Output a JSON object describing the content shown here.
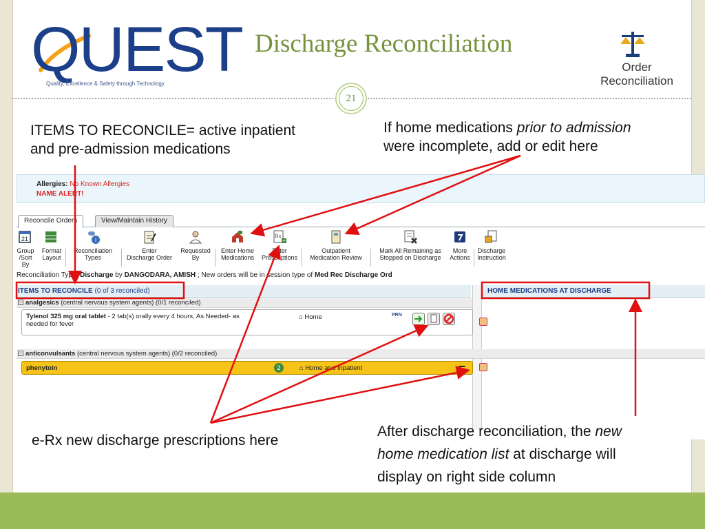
{
  "header": {
    "logo_text": "QUEST",
    "logo_tagline": "Quality, Excellence & Safety through Technology",
    "title": "Discharge Reconciliation",
    "order_rec_line1": "Order",
    "order_rec_line2": "Reconciliation",
    "page_number": "21"
  },
  "notes": {
    "items_line1": "ITEMS TO RECONCILE= active inpatient",
    "items_line2": "and pre-admission medications",
    "home_line1_a": "If home medications ",
    "home_line1_b": "prior to admission",
    "home_line2": "were incomplete, add or edit here",
    "erx": "e-Rx new discharge prescriptions here",
    "after_a": "After discharge reconciliation, the ",
    "after_b": "new",
    "after_c": "home medication list",
    "after_d": " at discharge will",
    "after_e": "display on right side column"
  },
  "app": {
    "allergies_label": "Allergies:",
    "allergies_value": "No Known Allergies",
    "name_alert": "NAME ALERT!",
    "tabs": [
      "Reconcile Orders",
      "View/Maintain History"
    ],
    "toolbar": [
      {
        "line1": "Group",
        "line2": "/Sort By",
        "icon": "calendar-icon"
      },
      {
        "line1": "Format",
        "line2": "Layout",
        "icon": "grid-icon"
      },
      {
        "line1": "Reconciliation",
        "line2": "Types",
        "icon": "pills-info-icon"
      },
      {
        "line1": "Enter",
        "line2": "Discharge Order",
        "icon": "clipboard-pen-icon"
      },
      {
        "line1": "Requested",
        "line2": "By",
        "icon": "doctor-icon"
      },
      {
        "line1": "Enter Home",
        "line2": "Medications",
        "icon": "home-meds-icon"
      },
      {
        "line1": "Enter",
        "line2": "Prescriptions",
        "icon": "rx-icon"
      },
      {
        "line1": "Outpatient",
        "line2": "Medication Review",
        "icon": "review-icon"
      },
      {
        "line1": "Mark All Remaining as",
        "line2": "Stopped on Discharge",
        "icon": "mark-stopped-icon"
      },
      {
        "line1": "More",
        "line2": "Actions",
        "icon": "more-actions-icon"
      },
      {
        "line1": "Discharge",
        "line2": "Instruction",
        "icon": "instruction-icon"
      }
    ],
    "rec_type_prefix": "Reconciliation Type: ",
    "rec_type_value": "Discharge",
    "rec_type_by": " by ",
    "rec_type_user": "DANGODARA, AMISH",
    "rec_type_suffix": " ; New orders will be in session type of ",
    "rec_type_session": "Med Rec Discharge Ord",
    "items_header": "ITEMS TO RECONCILE",
    "items_count": " (0 of 3 reconciled)",
    "home_header": "HOME MEDICATIONS AT DISCHARGE",
    "groups": [
      {
        "name": "analgesics",
        "desc": " (central nervous system agents) (0/1 reconciled)"
      },
      {
        "name": "anticonvulsants",
        "desc": " (central nervous system agents) (0/2 reconciled)"
      }
    ],
    "med1_name": "Tylenol 325 mg oral tablet",
    "med1_detail": " - 2 tab(s) orally every 4 hours, As Needed- as",
    "med1_detail2": "needed for fever",
    "med1_loc": "Home",
    "med1_prn": "PRN",
    "med2_name": "phenytoin",
    "med2_badge": "2",
    "med2_loc": "Home and Inpatient"
  },
  "colors": {
    "title_green": "#76923c",
    "band_green": "#9bbb59",
    "arrow_red": "#e01010",
    "logo_blue": "#1c3f8a",
    "yellow_row": "#f6c319"
  }
}
